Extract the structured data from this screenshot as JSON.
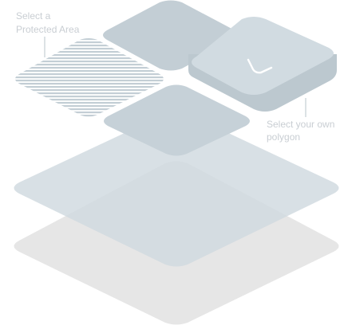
{
  "labels": {
    "protected_area_line1": "Select a",
    "protected_area_line2": "Protected Area",
    "own_polygon_line1": "Select your own",
    "own_polygon_line2": "polygon"
  },
  "colors": {
    "base_layer": "#e6e6e6",
    "mid_layer": "#d8e1e6",
    "tile": "#c3ced5",
    "raised_top": "#d1dbe1",
    "raised_side": "#bcc8cf",
    "hatch_stripe": "#c3ced5",
    "leader_line": "#b9c4cb",
    "label_text": "#c9ced3"
  },
  "icons": {
    "polygon_tool": "draw-polygon-icon"
  }
}
